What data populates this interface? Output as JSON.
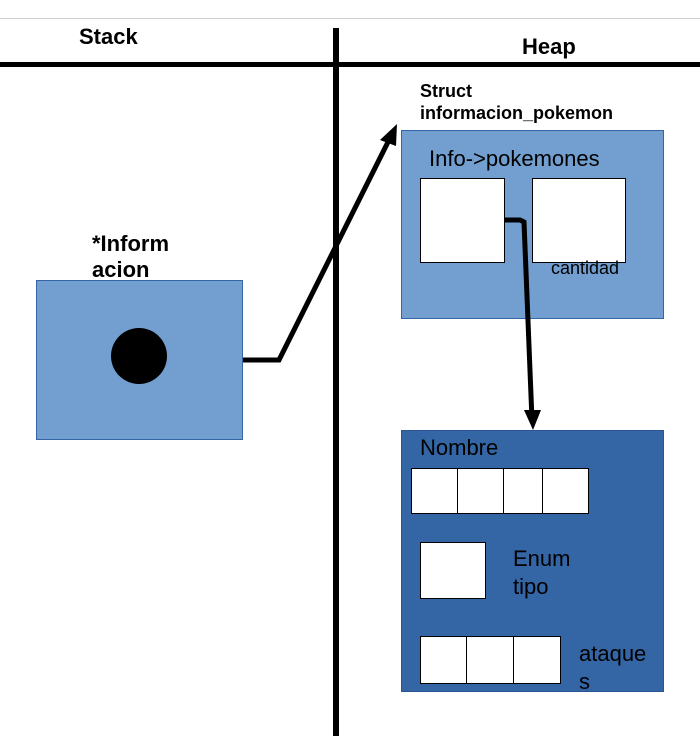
{
  "stack": {
    "title": "Stack"
  },
  "heap": {
    "title": "Heap"
  },
  "pointer_var": {
    "label_line1": "*Inform",
    "label_line2": "acion"
  },
  "struct_box": {
    "title_line1": "Struct",
    "title_line2": "informacion_pokemon",
    "field_label": "Info->pokemones",
    "count_label": "cantidad"
  },
  "pokemon_box": {
    "name_label": "Nombre",
    "enum_line1": "Enum",
    "enum_line2": "tipo",
    "attacks_line1": "ataque",
    "attacks_line2": "s"
  },
  "colors": {
    "light_box": "#729fcf",
    "dark_box": "#3465a4",
    "lines": "#000000"
  }
}
